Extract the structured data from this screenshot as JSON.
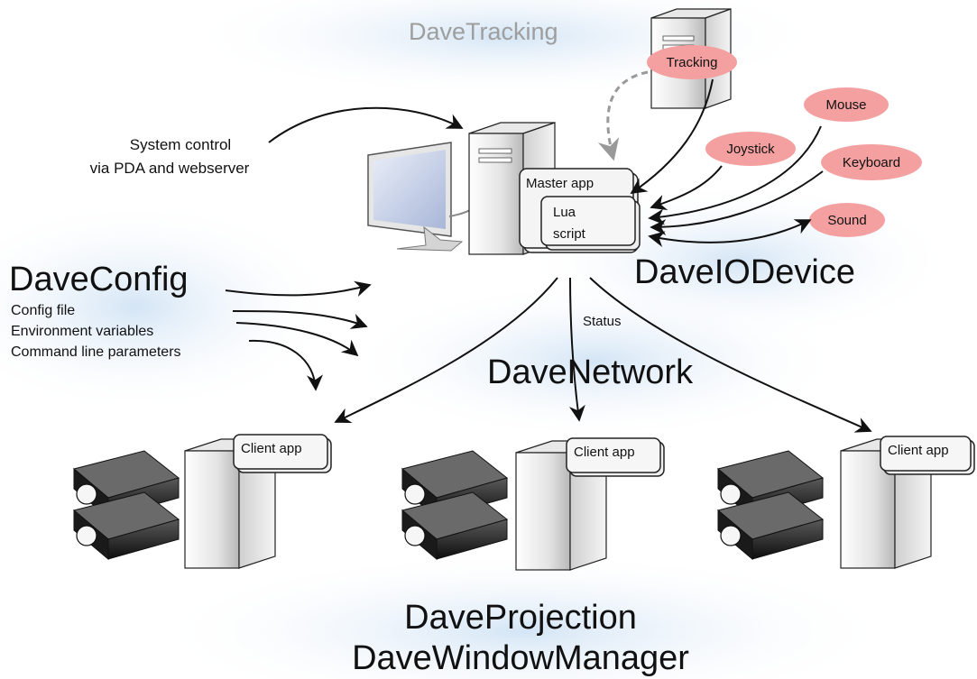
{
  "titles": {
    "tracking": "DaveTracking",
    "config": "DaveConfig",
    "io_device": "DaveIODevice",
    "network": "DaveNetwork",
    "projection": "DaveProjection",
    "window_manager": "DaveWindowManager"
  },
  "config_items": [
    "Config file",
    "Environment variables",
    "Command line parameters"
  ],
  "system_control": [
    "System control",
    "via PDA and webserver"
  ],
  "master": {
    "app_label": "Master app",
    "script_line1": "Lua",
    "script_line2": "script"
  },
  "devices": [
    "Tracking",
    "Mouse",
    "Joystick",
    "Keyboard",
    "Sound"
  ],
  "status_label": "Status",
  "client_label": "Client app",
  "colors": {
    "pill": "#f4a0a0",
    "tracking_text": "#9e9e9e",
    "glow": "#d6e6f5"
  }
}
